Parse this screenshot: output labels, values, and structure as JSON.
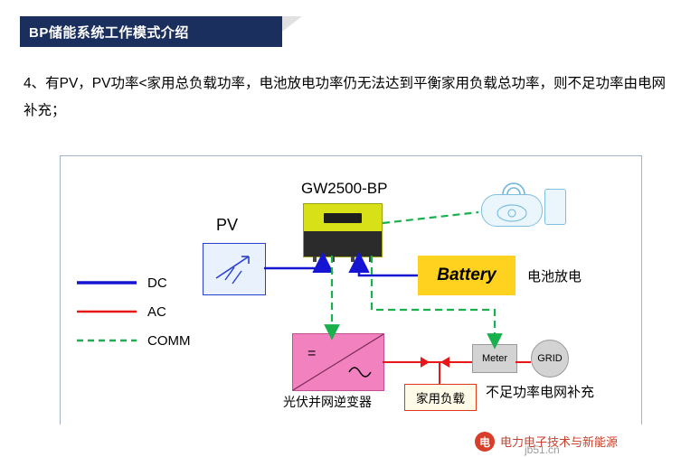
{
  "header": {
    "title": "BP储能系统工作模式介绍"
  },
  "paragraph": {
    "text": "4、有PV，PV功率<家用总负载功率，电池放电功率仍无法达到平衡家用负载总功率，则不足功率由电网补充；"
  },
  "diagram": {
    "legend": [
      {
        "label": "DC",
        "color": "#1414d2",
        "style": "solid"
      },
      {
        "label": "AC",
        "color": "#e81717",
        "style": "solid"
      },
      {
        "label": "COMM",
        "color": "#18b14b",
        "style": "dashed"
      }
    ],
    "labels": {
      "pv": "PV",
      "inverter_model": "GW2500-BP",
      "battery": "Battery",
      "battery_note": "电池放电",
      "pv_inverter": "光伏并网逆变器",
      "home_load": "家用负载",
      "meter": "Meter",
      "grid": "GRID",
      "grid_note": "不足功率电网补充"
    }
  },
  "footer": {
    "logo_char": "电",
    "account": "电力电子技术与新能源",
    "watermark": "jb51.cn"
  },
  "colors": {
    "banner_bg": "#1b2f5e",
    "dc": "#1414d2",
    "ac": "#e81717",
    "comm": "#18b14b",
    "battery": "#ffd21f",
    "pink": "#f281c0",
    "accent_red": "#e03a1a"
  }
}
